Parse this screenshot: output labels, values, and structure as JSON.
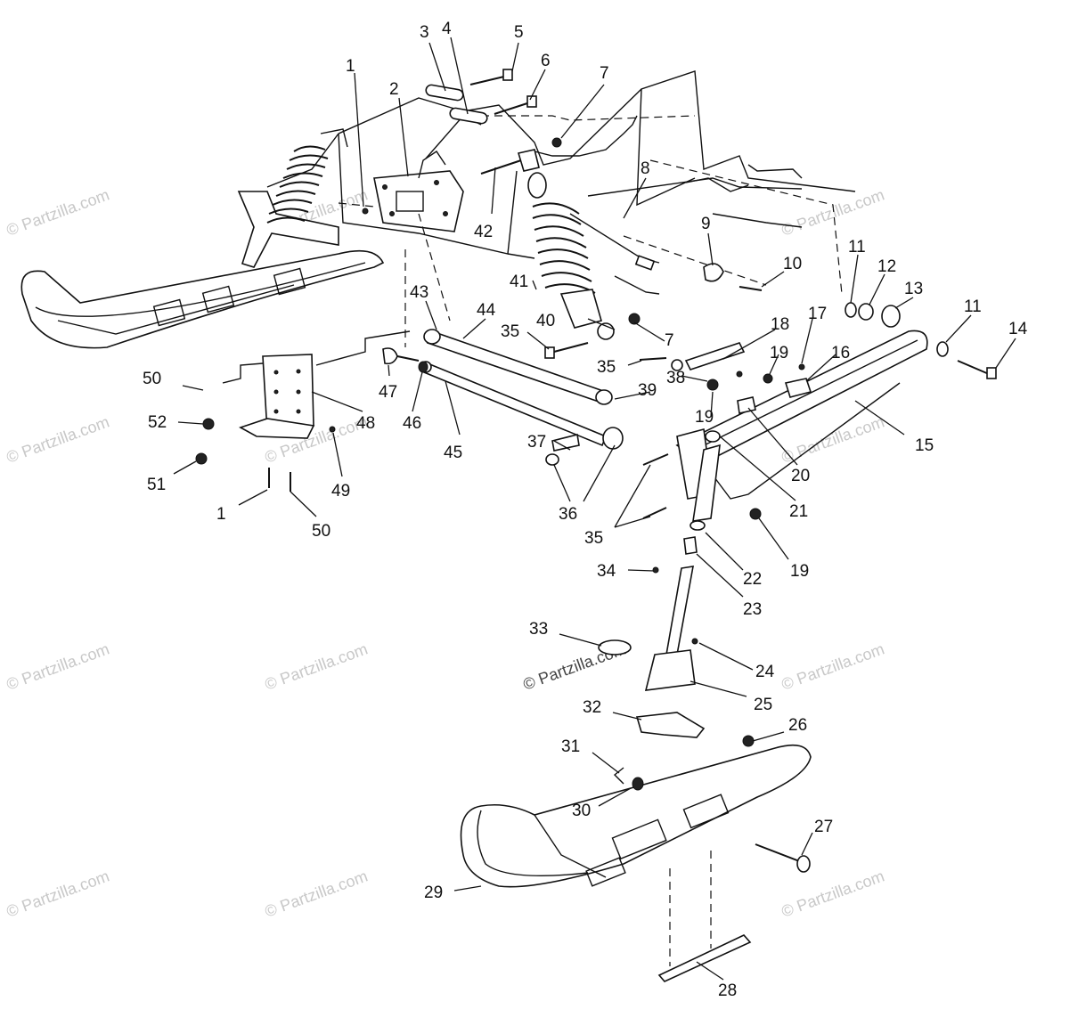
{
  "diagram": {
    "callouts": [
      {
        "text": "1"
      },
      {
        "text": "2"
      },
      {
        "text": "3"
      },
      {
        "text": "4"
      },
      {
        "text": "5"
      },
      {
        "text": "6"
      },
      {
        "text": "7"
      },
      {
        "text": "42"
      },
      {
        "text": "8"
      },
      {
        "text": "9"
      },
      {
        "text": "10"
      },
      {
        "text": "11"
      },
      {
        "text": "12"
      },
      {
        "text": "13"
      },
      {
        "text": "11"
      },
      {
        "text": "14"
      },
      {
        "text": "41"
      },
      {
        "text": "40"
      },
      {
        "text": "43"
      },
      {
        "text": "44"
      },
      {
        "text": "35"
      },
      {
        "text": "7"
      },
      {
        "text": "18"
      },
      {
        "text": "17"
      },
      {
        "text": "16"
      },
      {
        "text": "19"
      },
      {
        "text": "35"
      },
      {
        "text": "38"
      },
      {
        "text": "19"
      },
      {
        "text": "15"
      },
      {
        "text": "39"
      },
      {
        "text": "20"
      },
      {
        "text": "50"
      },
      {
        "text": "47"
      },
      {
        "text": "48"
      },
      {
        "text": "52"
      },
      {
        "text": "46"
      },
      {
        "text": "45"
      },
      {
        "text": "37"
      },
      {
        "text": "21"
      },
      {
        "text": "51"
      },
      {
        "text": "49"
      },
      {
        "text": "36"
      },
      {
        "text": "1"
      },
      {
        "text": "50"
      },
      {
        "text": "35"
      },
      {
        "text": "19"
      },
      {
        "text": "34"
      },
      {
        "text": "22"
      },
      {
        "text": "23"
      },
      {
        "text": "33"
      },
      {
        "text": "24"
      },
      {
        "text": "25"
      },
      {
        "text": "32"
      },
      {
        "text": "26"
      },
      {
        "text": "31"
      },
      {
        "text": "30"
      },
      {
        "text": "27"
      },
      {
        "text": "29"
      },
      {
        "text": "28"
      }
    ],
    "watermark": "© Partzilla.com"
  }
}
